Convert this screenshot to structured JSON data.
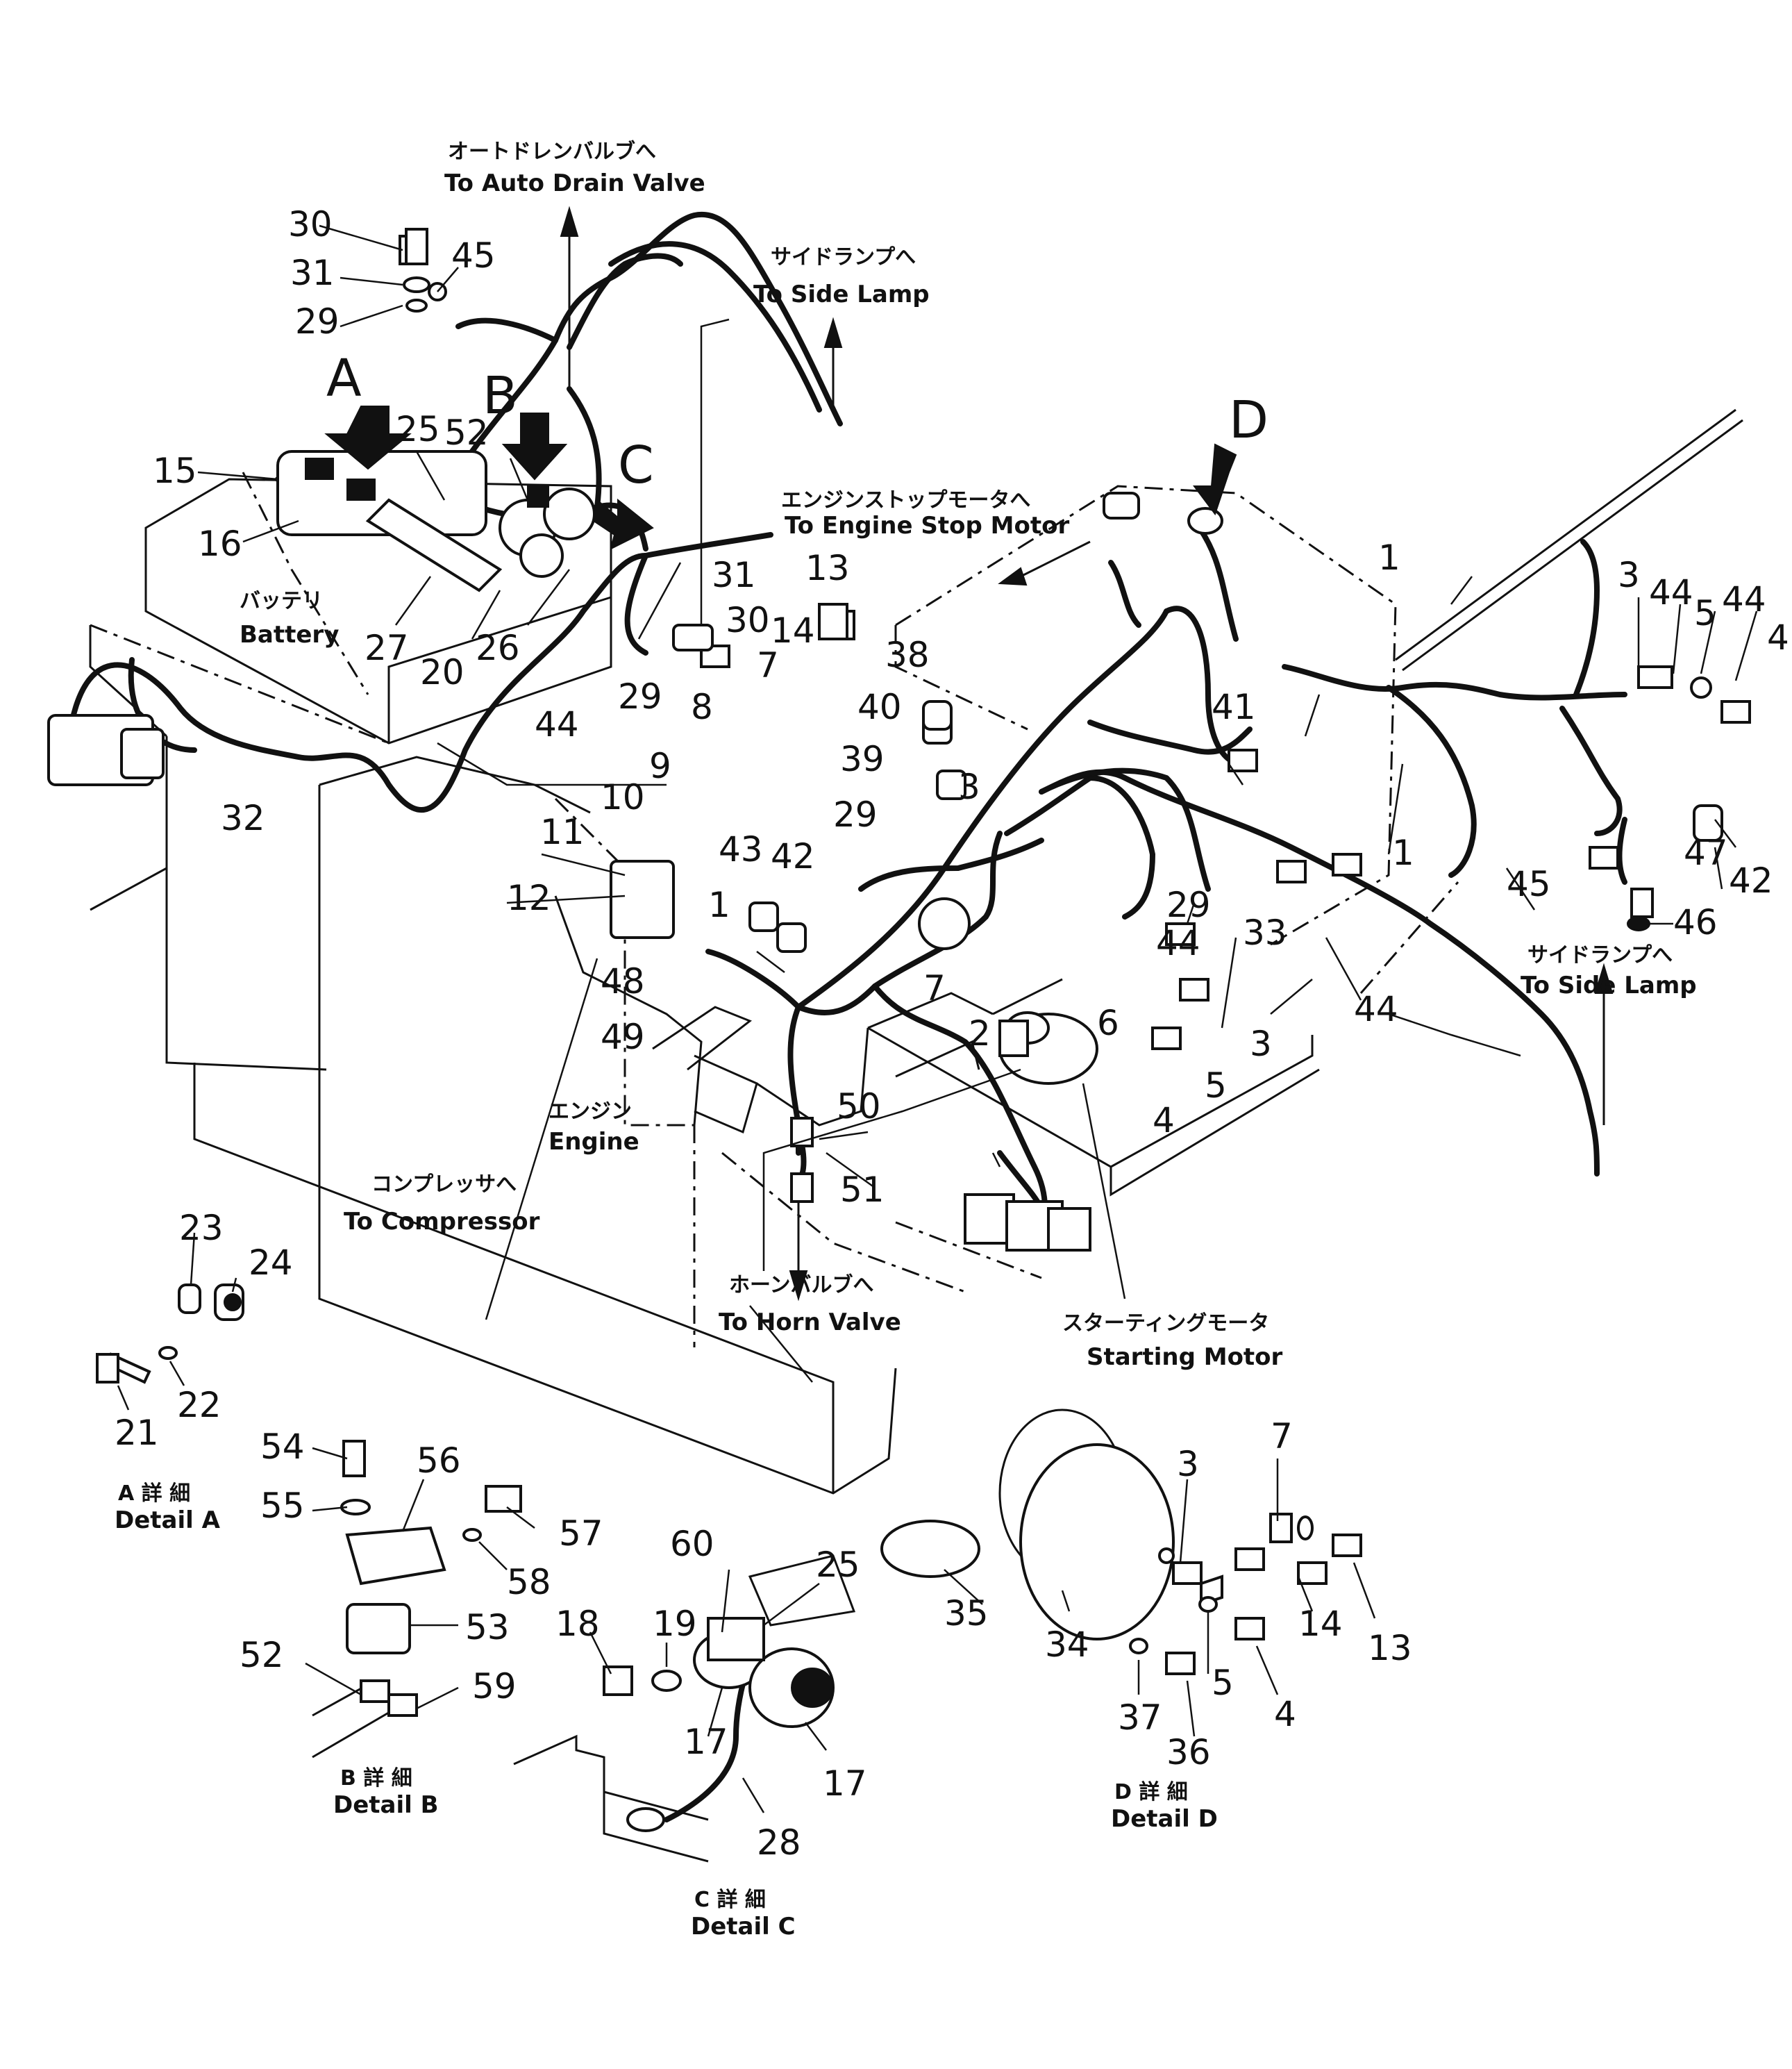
{
  "callouts": {
    "detail_a_letter": "A",
    "detail_b_letter": "B",
    "detail_c_letter": "C",
    "detail_d_letter": "D"
  },
  "labels": {
    "auto_drain_jp": "オートドレンバルブへ",
    "auto_drain_en": "To Auto Drain Valve",
    "side_lamp_jp": "サイドランプへ",
    "side_lamp_en": "To Side Lamp",
    "side_lamp_right_jp": "サイドランプへ",
    "side_lamp_right_en": "To Side Lamp",
    "engine_stop_jp": "エンジンストップモータへ",
    "engine_stop_en": "To Engine Stop Motor",
    "battery_jp": "バッテリ",
    "battery_en": "Battery",
    "engine_jp": "エンジン",
    "engine_en": "Engine",
    "compressor_jp": "コンプレッサへ",
    "compressor_en": "To Compressor",
    "horn_jp": "ホーンバルブへ",
    "horn_en": "To Horn Valve",
    "starting_jp": "スターティングモータ",
    "starting_en": "Starting Motor",
    "detail_a_jp": "A 詳 細",
    "detail_a_en": "Detail A",
    "detail_b_jp": "B 詳 細",
    "detail_b_en": "Detail B",
    "detail_c_jp": "C 詳 細",
    "detail_c_en": "Detail C",
    "detail_d_jp": "D 詳 細",
    "detail_d_en": "Detail D"
  },
  "part_numbers": {
    "n30": "30",
    "n31": "31",
    "n29": "29",
    "n45a": "45",
    "n15": "15",
    "n16": "16",
    "n25": "25",
    "n52": "52",
    "n27": "27",
    "n20": "20",
    "n26": "26",
    "n44a": "44",
    "n29b": "29",
    "n31b": "31",
    "n30b": "30",
    "n13": "13",
    "n14": "14",
    "n38": "38",
    "n7a": "7",
    "n8": "8",
    "n40": "40",
    "n39": "39",
    "n3a": "3",
    "n29c": "29",
    "n9": "9",
    "n10": "10",
    "n11": "11",
    "n12": "12",
    "n43": "43",
    "n42a": "42",
    "n1a": "1",
    "n48": "48",
    "n49": "49",
    "n7b": "7",
    "n2": "2",
    "n6": "6",
    "n29d": "29",
    "n44b": "44",
    "n3b": "3",
    "n4a": "4",
    "n5a": "5",
    "n32": "32",
    "n1b": "1",
    "n41": "41",
    "n1c": "1",
    "n33": "33",
    "n44c": "44",
    "n45b": "45",
    "n3c": "3",
    "n44d": "44",
    "n5b": "5",
    "n44e": "44",
    "n4b": "4",
    "n47": "47",
    "n42b": "42",
    "n46": "46",
    "n50": "50",
    "n51": "51",
    "n23": "23",
    "n24": "24",
    "n22": "22",
    "n21": "21",
    "n54": "54",
    "n55": "55",
    "n56": "56",
    "n57": "57",
    "n58": "58",
    "n53": "53",
    "n52b": "52",
    "n59": "59",
    "n60": "60",
    "n25b": "25",
    "n18": "18",
    "n19": "19",
    "n17a": "17",
    "n17b": "17",
    "n28": "28",
    "n7c": "7",
    "n3d": "3",
    "n35": "35",
    "n34": "34",
    "n14b": "14",
    "n13b": "13",
    "n37": "37",
    "n5c": "5",
    "n4c": "4",
    "n36": "36"
  }
}
